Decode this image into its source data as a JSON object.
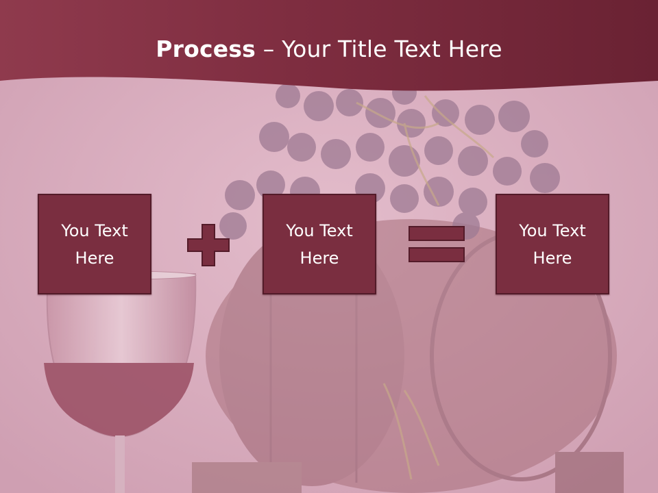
{
  "slide": {
    "title_bold": "Process",
    "title_rest": " – Your Title Text Here"
  },
  "boxes": [
    {
      "line1": "You Text",
      "line2": "Here"
    },
    {
      "line1": "You Text",
      "line2": "Here"
    },
    {
      "line1": "You Text",
      "line2": "Here"
    }
  ],
  "operators": [
    "plus-icon",
    "equals-icon"
  ],
  "colors": {
    "header": "#7a2b3e",
    "box_fill": "#7a2e40",
    "box_border": "#531b29",
    "background": "#dcb6c4",
    "text": "#ffffff"
  }
}
